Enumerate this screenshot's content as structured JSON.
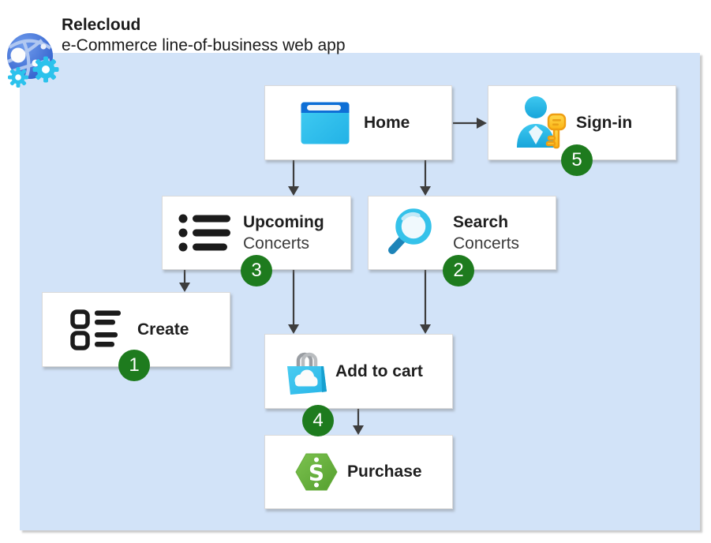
{
  "header": {
    "title": "Relecloud",
    "subtitle": "e-Commerce line-of-business web app"
  },
  "nodes": {
    "home": {
      "label": "Home"
    },
    "signin": {
      "label": "Sign-in"
    },
    "upcoming": {
      "label": "Upcoming",
      "sublabel": "Concerts"
    },
    "search": {
      "label": "Search",
      "sublabel": "Concerts"
    },
    "create": {
      "label": "Create"
    },
    "add_to_cart": {
      "label": "Add to cart"
    },
    "purchase": {
      "label": "Purchase"
    }
  },
  "badges": {
    "create": "1",
    "search": "2",
    "upcoming": "3",
    "add_to_cart": "4",
    "signin": "5"
  },
  "icons": {
    "logo": "globe-gears-icon",
    "home": "browser-window-icon",
    "signin": "user-key-icon",
    "upcoming": "bullet-list-icon",
    "search": "magnifier-icon",
    "create": "form-list-icon",
    "add_to_cart": "shopping-bag-cloud-icon",
    "purchase": "dollar-hexagon-icon"
  },
  "colors": {
    "boundary_fill": "#d2e3f8",
    "node_fill": "#ffffff",
    "arrow": "#3d3d3d",
    "badge_green": "#1e7b1e",
    "accent_cyan": "#2fc3ee",
    "home_titlebar_blue": "#0e6fd6",
    "key_gold": "#ffc91f",
    "purchase_green": "#66b13e",
    "text": "#1f1f1f"
  }
}
